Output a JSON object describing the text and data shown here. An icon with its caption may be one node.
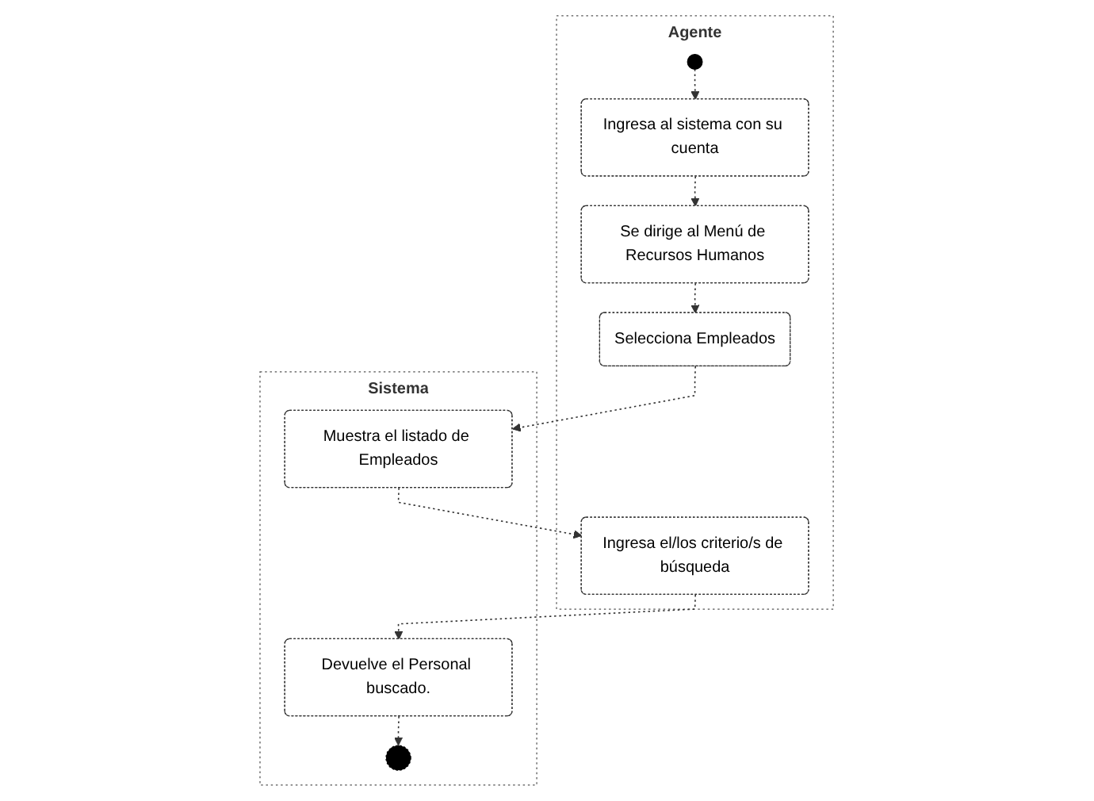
{
  "diagram": {
    "nodes": [
      {
        "text": [
          "Agente"
        ]
      },
      {
        "text": [],
        "shape": "circle",
        "in": 0
      },
      {
        "text": [
          "Ingresa al sistema con su cuenta"
        ],
        "in": 0
      },
      {
        "text": [
          "Se dirige al Menú de Recursos Humanos"
        ],
        "in": 0
      },
      {
        "text": [
          "Selecciona Empleados"
        ],
        "in": 0
      },
      {
        "text": [
          "Ingresa el/los criterio/s de búsqueda"
        ],
        "in": 0
      },
      {
        "text": [
          "Sistema"
        ]
      },
      {
        "text": [
          "Muestra el listado de Empleados"
        ],
        "in": 6
      },
      {
        "text": [
          "Devuelve el Personal buscado."
        ],
        "in": 6
      },
      {
        "text": [],
        "shape": "bullseye",
        "in": 6
      }
    ],
    "edges": [
      {
        "from": 1,
        "to": 2,
        "arrow": "to",
        "style": "dashed"
      },
      {
        "from": 2,
        "to": 3,
        "arrow": "to",
        "style": "dashed"
      },
      {
        "from": 3,
        "to": 4,
        "arrow": "to",
        "style": "dashed"
      },
      {
        "from": 4,
        "to": 7,
        "arrow": "to",
        "style": "dashed"
      },
      {
        "from": 7,
        "to": 5,
        "arrow": "to",
        "style": "dashed"
      },
      {
        "from": 5,
        "to": 8,
        "arrow": "to",
        "style": "dashed"
      },
      {
        "from": 8,
        "to": 9,
        "arrow": "to",
        "style": "dashed"
      }
    ]
  }
}
